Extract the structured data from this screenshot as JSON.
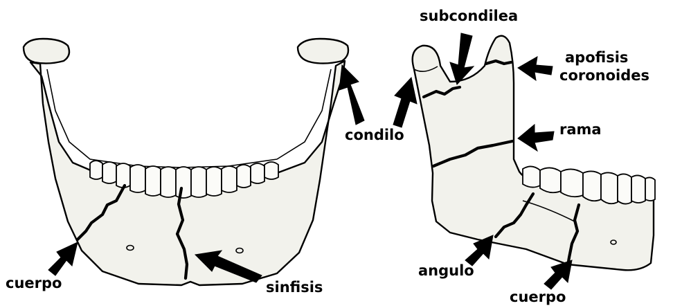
{
  "labels": {
    "subcondilea": "subcondilea",
    "apofisis_line1": "apofisis",
    "apofisis_line2": "coronoides",
    "condilo": "condilo",
    "rama": "rama",
    "cuerpo_left": "cuerpo",
    "sinfisis": "sinfisis",
    "angulo": "angulo",
    "cuerpo_right": "cuerpo"
  }
}
